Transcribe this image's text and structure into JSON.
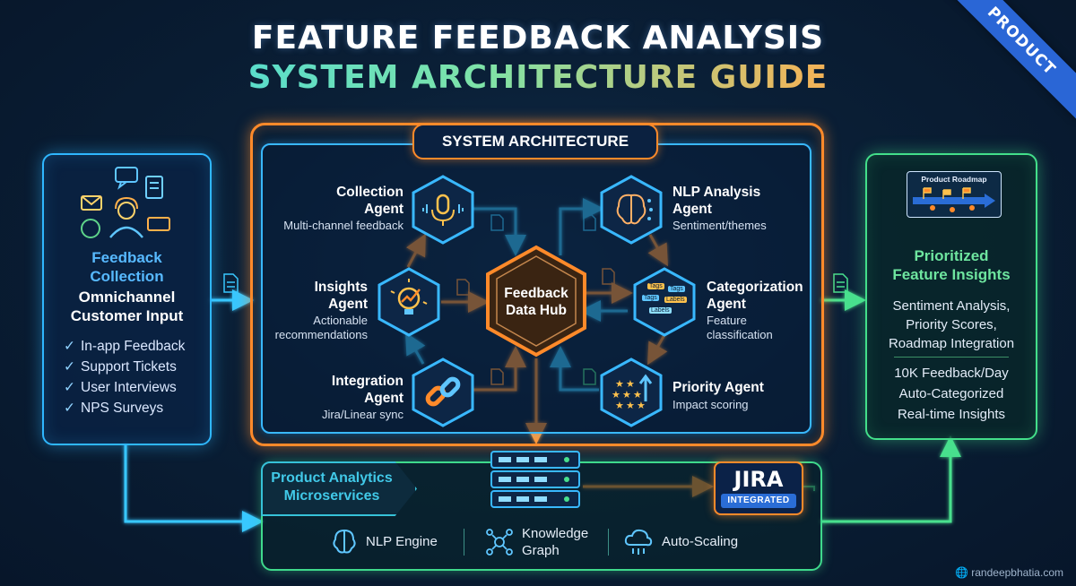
{
  "title": {
    "line1": "FEATURE FEEDBACK ANALYSIS",
    "line2": "SYSTEM ARCHITECTURE GUIDE"
  },
  "ribbon": "PRODUCT",
  "input_panel": {
    "title_line1": "Feedback",
    "title_line2": "Collection",
    "subtitle_line1": "Omnichannel",
    "subtitle_line2": "Customer Input",
    "items": [
      "In-app Feedback",
      "Support Tickets",
      "User Interviews",
      "NPS Surveys"
    ]
  },
  "architecture": {
    "label": "SYSTEM ARCHITECTURE",
    "hub": {
      "line1": "Feedback",
      "line2": "Data Hub"
    },
    "agents": {
      "collection": {
        "name_line1": "Collection",
        "name_line2": "Agent",
        "desc": "Multi-channel feedback"
      },
      "nlp": {
        "name_line1": "NLP Analysis",
        "name_line2": "Agent",
        "desc": "Sentiment/themes"
      },
      "insights": {
        "name_line1": "Insights",
        "name_line2": "Agent",
        "desc_line1": "Actionable",
        "desc_line2": "recommendations"
      },
      "categorization": {
        "name_line1": "Categorization",
        "name_line2": "Agent",
        "desc_line1": "Feature",
        "desc_line2": "classification",
        "tags": [
          "Tags",
          "Tags",
          "Tags",
          "Labels",
          "Labels"
        ]
      },
      "integration": {
        "name_line1": "Integration",
        "name_line2": "Agent",
        "desc": "Jira/Linear sync"
      },
      "priority": {
        "name": "Priority Agent",
        "desc": "Impact scoring"
      }
    }
  },
  "output_panel": {
    "roadmap_label": "Product Roadmap",
    "title_line1": "Prioritized",
    "title_line2": "Feature Insights",
    "desc": [
      "Sentiment Analysis,",
      "Priority Scores,",
      "Roadmap Integration"
    ],
    "stats": [
      "10K Feedback/Day",
      "Auto-Categorized",
      "Real-time Insights"
    ]
  },
  "microservices": {
    "title_line1": "Product Analytics",
    "title_line2": "Microservices",
    "items": {
      "nlp_engine": "NLP Engine",
      "knowledge_line1": "Knowledge",
      "knowledge_line2": "Graph",
      "autoscaling": "Auto-Scaling"
    },
    "jira": {
      "top": "JIRA",
      "bottom": "INTEGRATED"
    }
  },
  "credit": "randeepbhatia.com",
  "colors": {
    "input_accent": "#2fb7ff",
    "output_accent": "#43df8a",
    "arch_accent": "#ff8a2a",
    "background": "#0a1f36"
  }
}
